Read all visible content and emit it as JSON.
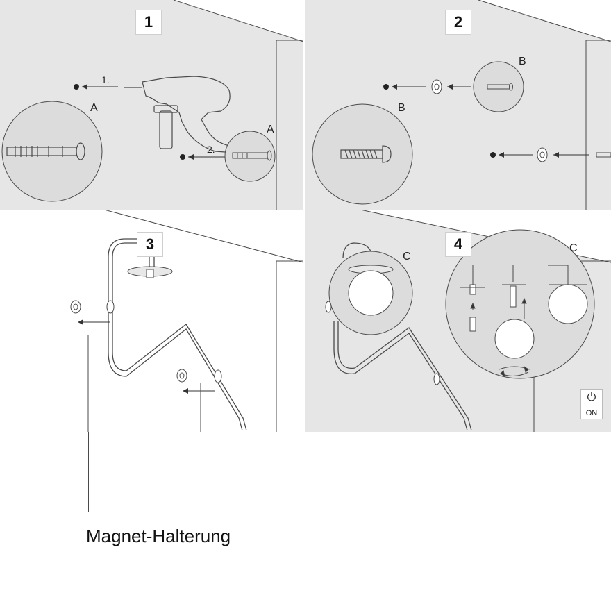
{
  "colors": {
    "wall": "#e6e6e6",
    "shade": "#dcdcdc",
    "line": "#4a4a4a",
    "paper": "#ffffff"
  },
  "steps": [
    {
      "number": "1",
      "detail_label": "A",
      "detail_label_2": "A",
      "step_a": "1.",
      "step_b": "2."
    },
    {
      "number": "2",
      "detail_label": "B",
      "detail_label_2": "B"
    },
    {
      "number": "3"
    },
    {
      "number": "4",
      "detail_label": "C",
      "detail_label_2": "C"
    }
  ],
  "switch_label": "ON",
  "caption": "Magnet-Halterung"
}
